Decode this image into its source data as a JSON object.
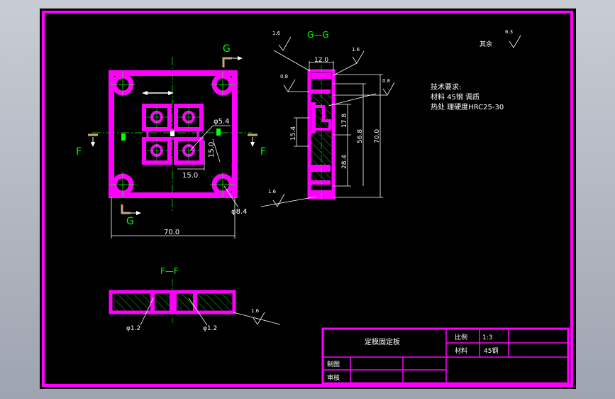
{
  "drawing": {
    "colors": {
      "background": "#000000",
      "frame": "#ff00ff",
      "part": "#ff00ff",
      "centerline": "#00ff00",
      "section_label": "#00ff00",
      "dimension": "#ffffff",
      "text": "#ffffff",
      "hatch": "#00ff00",
      "arrow": "#c8a878"
    },
    "top_view": {
      "section_g_top": "G",
      "section_g_bottom": "G",
      "section_f_left": "F",
      "section_f_right": "F",
      "dim_hole_small": "φ5.4",
      "dim_inner_h": "15.0",
      "dim_inner_w": "15.0",
      "dim_hole_large": "φ8.4",
      "dim_width": "70.0"
    },
    "section_gg": {
      "title": "G—G",
      "dim_top_width": "12.0",
      "dim_15_4": "15.4",
      "dim_17_8": "17.8",
      "dim_28_4": "28.4",
      "dim_56_8": "56.8",
      "dim_70_0": "70.0",
      "rough_1": "1.6",
      "rough_2": "1.6",
      "rough_3": "0.8",
      "rough_4": "0.8",
      "rough_5": "1.6"
    },
    "section_ff": {
      "title": "F—F",
      "dim_left": "φ1.2",
      "dim_right": "φ1.2",
      "rough": "1.6"
    },
    "general_roughness": {
      "label": "其余",
      "value": "6.3"
    },
    "tech_notes": {
      "title": "技术要求:",
      "line1": "材料 45钢 调质",
      "line2": "热处 理硬度HRC25-30"
    },
    "title_block": {
      "part_name": "定模固定板",
      "scale_label": "比例",
      "scale_value": "1:3",
      "material_label": "材料",
      "material_value": "45钢",
      "drawn_label": "制图",
      "checked_label": "审核"
    }
  }
}
